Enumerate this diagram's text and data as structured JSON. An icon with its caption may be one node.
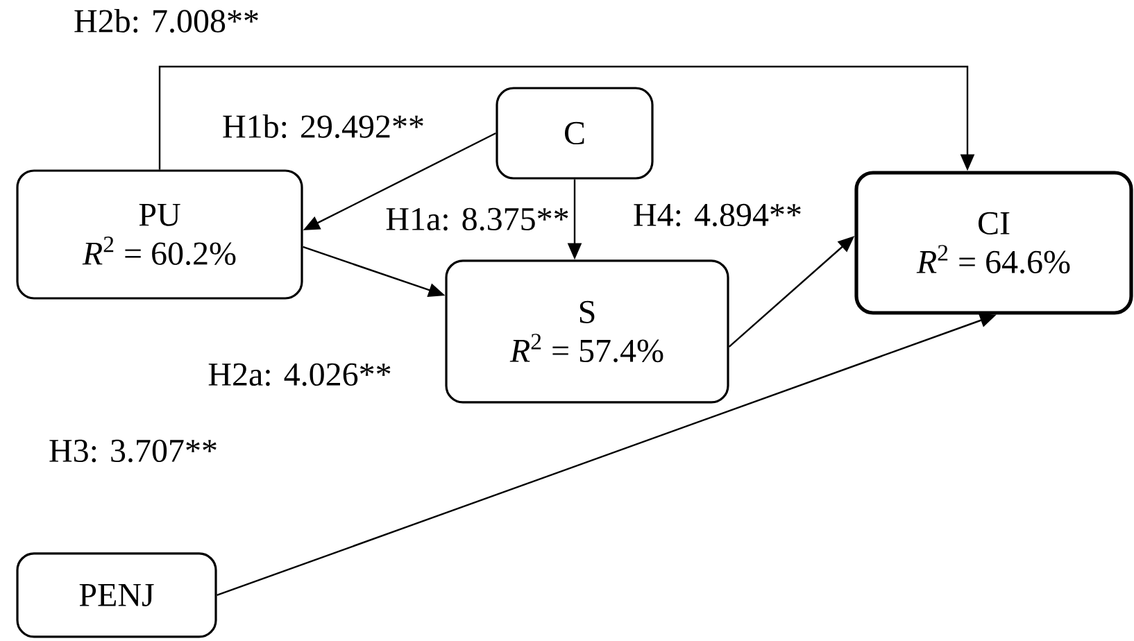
{
  "diagram": {
    "nodes": [
      {
        "text": [
          "C"
        ]
      },
      {
        "text": [
          "PU",
          "*R*$^{2}$ = 60.2%"
        ]
      },
      {
        "text": [
          "S",
          "*R*$^{2}$ = 57.4%"
        ]
      },
      {
        "text": [
          "CI",
          "*R*$^{2}$ = 64.6%"
        ]
      },
      {
        "text": [
          "PENJ"
        ]
      }
    ],
    "edges": [
      {
        "from": 0,
        "to": 1,
        "arrow": "to",
        "label": "H1b: 29.492**"
      },
      {
        "from": 0,
        "to": 2,
        "arrow": "to",
        "label": "H1a: 8.375**"
      },
      {
        "from": 1,
        "to": 2,
        "arrow": "to",
        "label": "H2a: 4.026**"
      },
      {
        "from": 1,
        "to": 3,
        "arrow": "to",
        "label": "H2b: 7.008**"
      },
      {
        "from": 2,
        "to": 3,
        "arrow": "to",
        "label": "H4: 4.894**"
      },
      {
        "from": 4,
        "to": 3,
        "arrow": "to",
        "label": "H3: 3.707**"
      }
    ]
  }
}
